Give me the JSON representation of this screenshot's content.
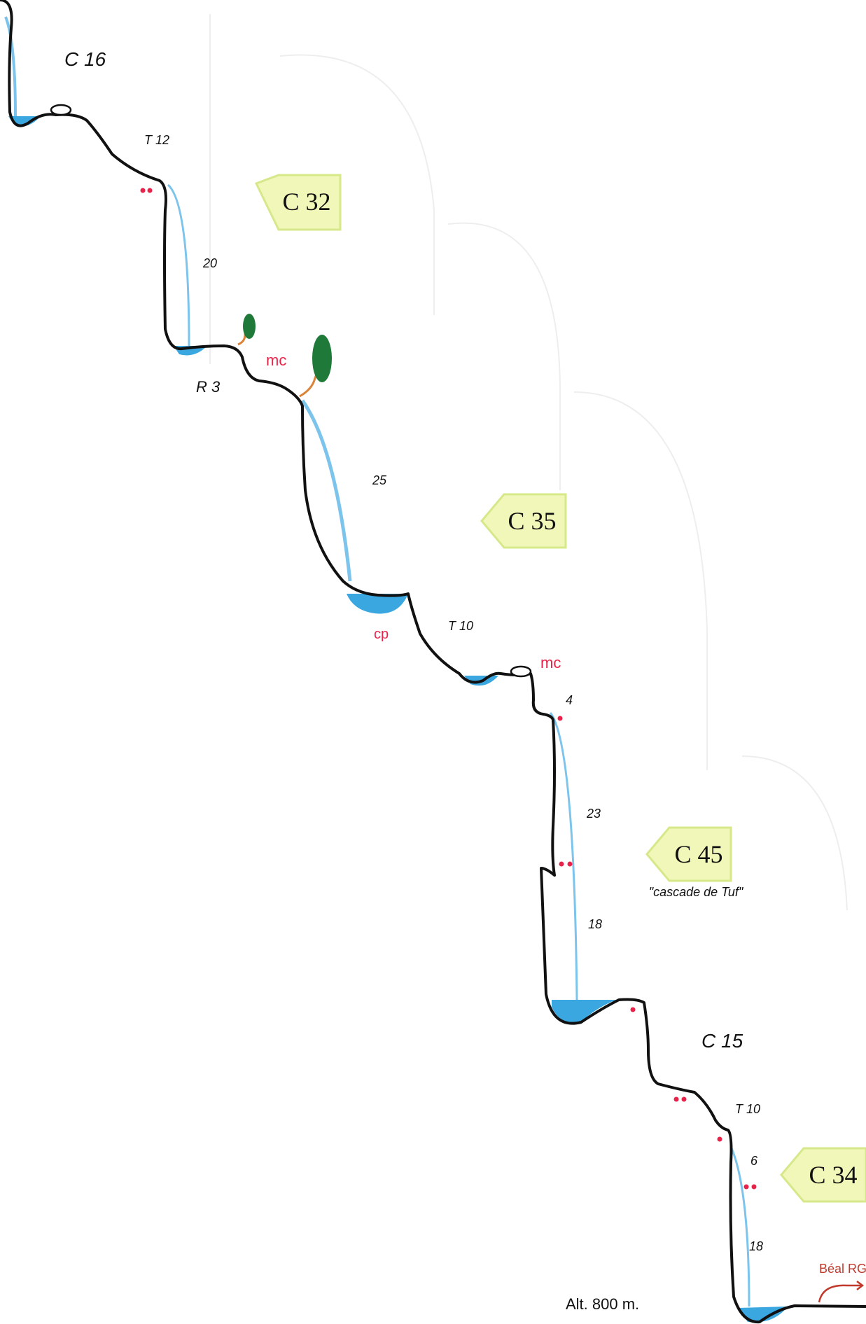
{
  "colors": {
    "rock": "#111111",
    "water": "#3aa7e0",
    "waterfall": "#7cc4ec",
    "anchor": "#e8234a",
    "tag_fill": "#f1f7b8",
    "tag_edge": "#d6e88a",
    "tree": "#1f7a3a",
    "trunk": "#d9843a",
    "beal": "#c0392b"
  },
  "section_labels": {
    "c16": "C 16",
    "c15": "C 15"
  },
  "pitch_tags": {
    "c32": "C 32",
    "c35": "C 35",
    "c45": "C 45",
    "c34": "C 34"
  },
  "tag_note": "\"cascade de Tuf\"",
  "drop_labels": {
    "t12": "T 12",
    "d20": "20",
    "r3": "R 3",
    "d25": "25",
    "t10a": "T 10",
    "d4": "4",
    "d23": "23",
    "d18a": "18",
    "t10b": "T 10",
    "d6": "6",
    "d18b": "18"
  },
  "markers": {
    "mc1": "mc",
    "mc2": "mc",
    "cp": "cp"
  },
  "beal_label": "Béal RG",
  "altitude": "Alt. 800 m."
}
